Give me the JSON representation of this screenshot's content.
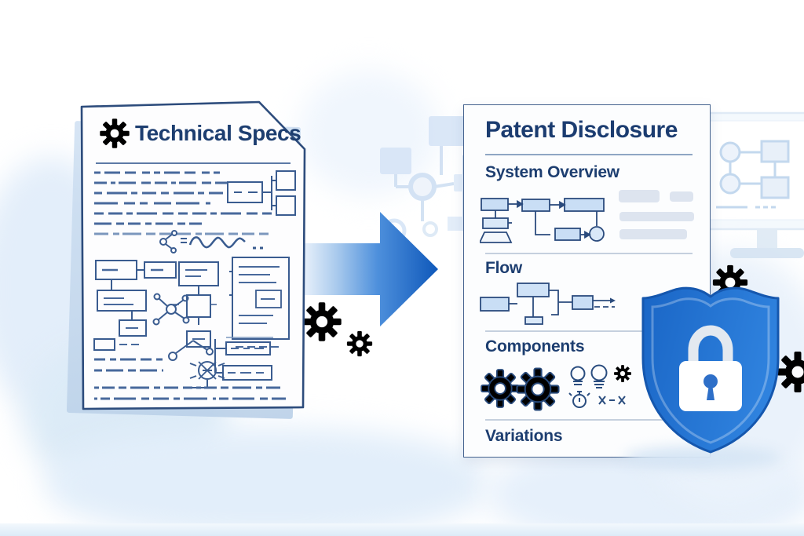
{
  "scene": {
    "left_document": {
      "title": "Technical Specs",
      "icon": "gear-icon",
      "content_note": "hand-sketched schematic diagrams with redacted dashed text lines"
    },
    "transform_arrow": {
      "icon": "arrow-right-icon"
    },
    "right_document": {
      "title": "Patent Disclosure",
      "sections": [
        {
          "label": "System Overview",
          "icon": "flowchart-icon"
        },
        {
          "label": "Flow",
          "icon": "flowchart-icon"
        },
        {
          "label": "Components",
          "icon": "gears-and-bulbs-icons"
        },
        {
          "label": "Variations",
          "icon": ""
        }
      ]
    },
    "security_badge": {
      "icon": "shield-lock-icon"
    },
    "background": {
      "icons": [
        "monitor-flowchart-icon",
        "faint-flowchart-icon",
        "faint-gear-icon"
      ]
    },
    "colors": {
      "navy_text": "#1d3e70",
      "accent_blue": "#2f7ccc",
      "flow_fill": "#c9def5",
      "flow_stroke": "#2b4b7d",
      "shield_blue": "#2273d6",
      "arrow_dark": "#0f58ba",
      "placeholder_bar": "#dde4ef"
    }
  }
}
